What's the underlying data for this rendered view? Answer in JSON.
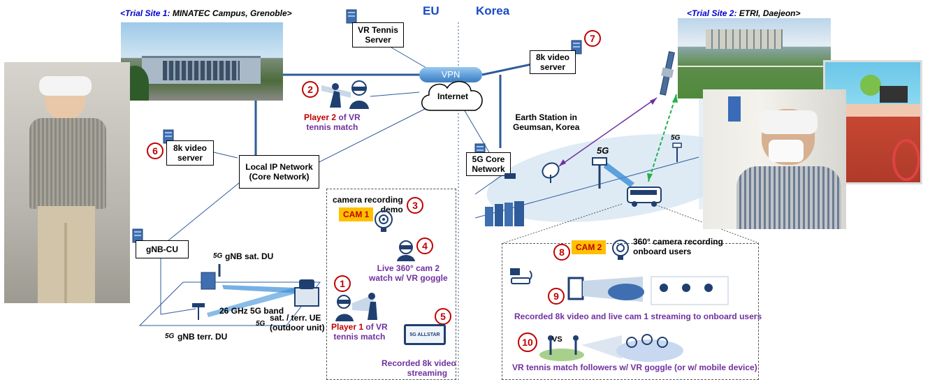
{
  "regions": {
    "left": "EU",
    "right": "Korea"
  },
  "sites": {
    "site1": {
      "prefix": "<Trial Site 1:",
      "name": "MINATEC Campus, Grenoble>"
    },
    "site2": {
      "prefix": "<Trial Site 2:",
      "name": "ETRI, Daejeon>"
    }
  },
  "boxes": {
    "vr_tennis_server": [
      "VR Tennis",
      "Server"
    ],
    "video_server_eu": [
      "8k video",
      "server"
    ],
    "video_server_kr": [
      "8k video",
      "server"
    ],
    "local_ip": [
      "Local IP Network",
      "(Core Network)"
    ],
    "core_5g": [
      "5G Core",
      "Network"
    ],
    "gnb_cu": "gNB-CU"
  },
  "network": {
    "vpn": "VPN",
    "internet": "Internet"
  },
  "labels": {
    "earth_station": [
      "Earth Station in",
      "Geumsan, Korea"
    ],
    "gnb_sat_du": "gNB sat. DU",
    "band": "26 GHz 5G band",
    "ue": [
      "sat. / terr. UE",
      "(outdoor unit)"
    ],
    "gnb_terr_du": "gNB terr. DU",
    "fiveg": "5G"
  },
  "numbers": [
    "1",
    "2",
    "3",
    "4",
    "5",
    "6",
    "7",
    "8",
    "9",
    "10"
  ],
  "captions": {
    "player2": {
      "red": "Player 2",
      "rest": " of VR",
      "line2": "tennis match"
    },
    "player1": {
      "red": "Player 1",
      "rest": " of VR",
      "line2": "tennis match"
    },
    "cam_demo": [
      "camera recording",
      "demo"
    ],
    "live360": [
      "Live 360° cam 2",
      "watch w/ VR goggle"
    ],
    "recorded8k": [
      "Recorded 8k video",
      "streaming"
    ],
    "cam360": [
      "360° camera recording",
      "onboard users"
    ],
    "streaming_onboard": "Recorded 8k video and live cam 1 streaming to onboard users",
    "followers": "VR tennis match followers w/ VR goggle (or w/ mobile device)",
    "vs": "VS",
    "allstar": "5G ALLSTAR"
  },
  "cams": {
    "cam1": "CAM 1",
    "cam2": "CAM 2"
  },
  "colors": {
    "accent_red": "#c00000",
    "purple": "#7030a0",
    "blue": "#1a49c8",
    "cam_yellow": "#ffc000",
    "line_blue": "#2e5b9a"
  }
}
